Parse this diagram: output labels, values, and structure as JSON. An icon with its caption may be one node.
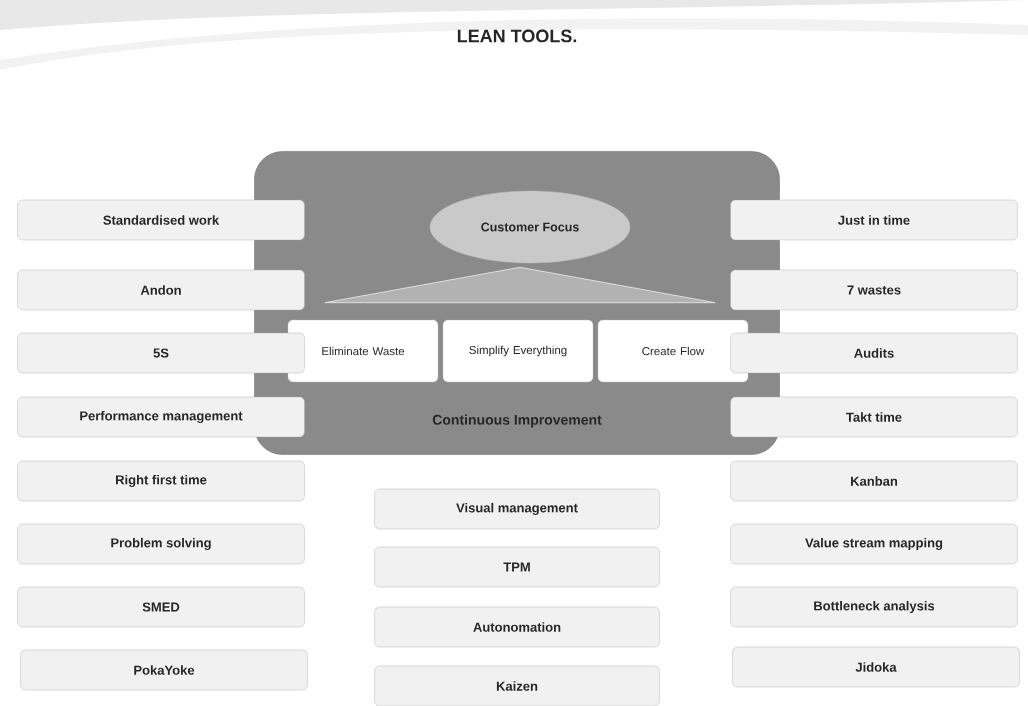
{
  "diagram": {
    "title": "LEAN TOOLS.",
    "nodes": [
      {
        "text": [
          "Continuous Improvement"
        ]
      },
      {
        "text": [
          "Customer Focus"
        ],
        "in": 0
      },
      {
        "text": [],
        "shape": "triangle",
        "in": 0
      },
      {
        "text": [
          "Eliminate Waste"
        ],
        "in": 0
      },
      {
        "text": [
          "Simplify Everything"
        ],
        "in": 0
      },
      {
        "text": [
          "Create Flow"
        ],
        "in": 0
      },
      {
        "text": [
          "Standardised work"
        ]
      },
      {
        "text": [
          "Andon"
        ]
      },
      {
        "text": [
          "5S"
        ]
      },
      {
        "text": [
          "Performance management"
        ]
      },
      {
        "text": [
          "Right first time"
        ]
      },
      {
        "text": [
          "Problem solving"
        ]
      },
      {
        "text": [
          "SMED"
        ]
      },
      {
        "text": [
          "PokaYoke"
        ]
      },
      {
        "text": [
          "Visual management"
        ]
      },
      {
        "text": [
          "TPM"
        ]
      },
      {
        "text": [
          "Autonomation"
        ]
      },
      {
        "text": [
          "Kaizen"
        ]
      },
      {
        "text": [
          "Just in time"
        ]
      },
      {
        "text": [
          "7 wastes"
        ]
      },
      {
        "text": [
          "Audits"
        ]
      },
      {
        "text": [
          "Takt time"
        ]
      },
      {
        "text": [
          "Kanban"
        ]
      },
      {
        "text": [
          "Value stream mapping"
        ]
      },
      {
        "text": [
          "Bottleneck analysis"
        ]
      },
      {
        "text": [
          "Jidoka"
        ]
      }
    ]
  }
}
